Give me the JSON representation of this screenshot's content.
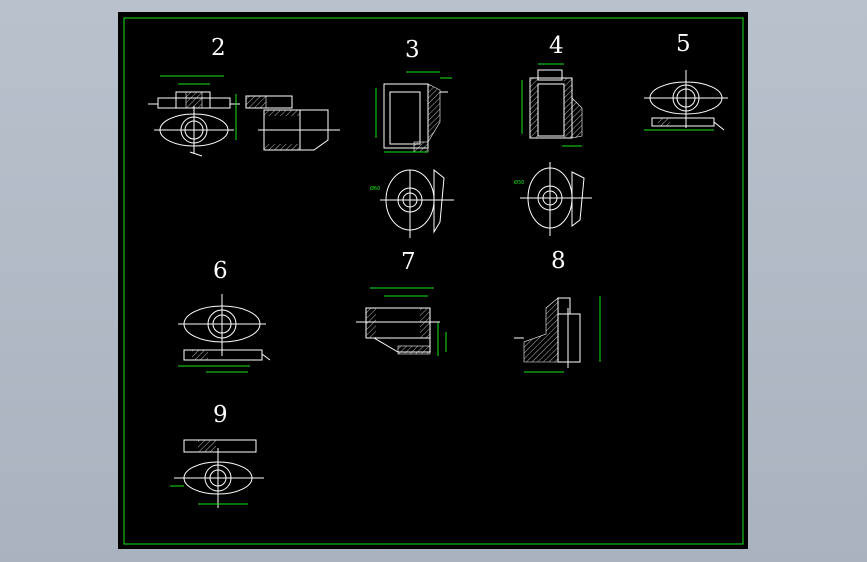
{
  "drawing": {
    "sheet_numbers": [
      "2",
      "3",
      "4",
      "5",
      "6",
      "7",
      "8",
      "9"
    ],
    "colors": {
      "background": "#000000",
      "border": "#19e619",
      "geometry": "#ffffff",
      "dimensions": "#19e619",
      "viewport": "#aeb8c4"
    }
  }
}
